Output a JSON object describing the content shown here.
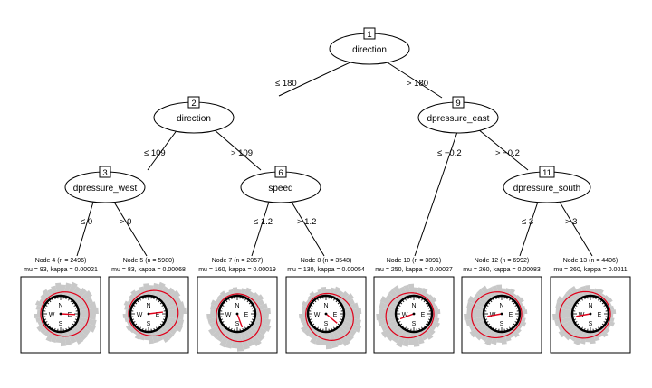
{
  "nodes": {
    "n1": {
      "id": "1",
      "var": "direction"
    },
    "n2": {
      "id": "2",
      "var": "direction"
    },
    "n9": {
      "id": "9",
      "var": "dpressure_east"
    },
    "n3": {
      "id": "3",
      "var": "dpressure_west"
    },
    "n6": {
      "id": "6",
      "var": "speed"
    },
    "n11": {
      "id": "11",
      "var": "dpressure_south"
    }
  },
  "edges": {
    "n1_left": "≤ 180",
    "n1_right": "> 180",
    "n2_left": "≤ 109",
    "n2_right": "> 109",
    "n9_left": "≤ −0.2",
    "n9_right": "> −0.2",
    "n3_left": "≤ 0",
    "n3_right": "> 0",
    "n6_left": "≤ 1.2",
    "n6_right": "> 1.2",
    "n11_left": "≤ 3",
    "n11_right": "> 3"
  },
  "compass": {
    "north": "N",
    "south": "S",
    "east": "E",
    "west": "W"
  },
  "colors": {
    "fit": "#e0001a",
    "histogram": "#c8c8c8",
    "dial": "#000000"
  },
  "leaves": [
    {
      "node": 4,
      "n": 2496,
      "mu": 93,
      "kappa": 0.00021,
      "title": "Node 4 (n = 2496)",
      "params": "mu = 93, kappa = 0.00021"
    },
    {
      "node": 5,
      "n": 5980,
      "mu": 83,
      "kappa": 0.00068,
      "title": "Node 5 (n = 5980)",
      "params": "mu = 83, kappa = 0.00068"
    },
    {
      "node": 7,
      "n": 2057,
      "mu": 160,
      "kappa": 0.00019,
      "title": "Node 7 (n = 2057)",
      "params": "mu = 160, kappa = 0.00019"
    },
    {
      "node": 8,
      "n": 3548,
      "mu": 130,
      "kappa": 0.00054,
      "title": "Node 8 (n = 3548)",
      "params": "mu = 130, kappa = 0.00054"
    },
    {
      "node": 10,
      "n": 3891,
      "mu": 250,
      "kappa": 0.00027,
      "title": "Node 10 (n = 3891)",
      "params": "mu = 250, kappa = 0.00027"
    },
    {
      "node": 12,
      "n": 6992,
      "mu": 260,
      "kappa": 0.00083,
      "title": "Node 12 (n = 6992)",
      "params": "mu = 260, kappa = 0.00083"
    },
    {
      "node": 13,
      "n": 4406,
      "mu": 260,
      "kappa": 0.0011,
      "title": "Node 13 (n = 4406)",
      "params": "mu = 260, kappa = 0.0011"
    }
  ]
}
